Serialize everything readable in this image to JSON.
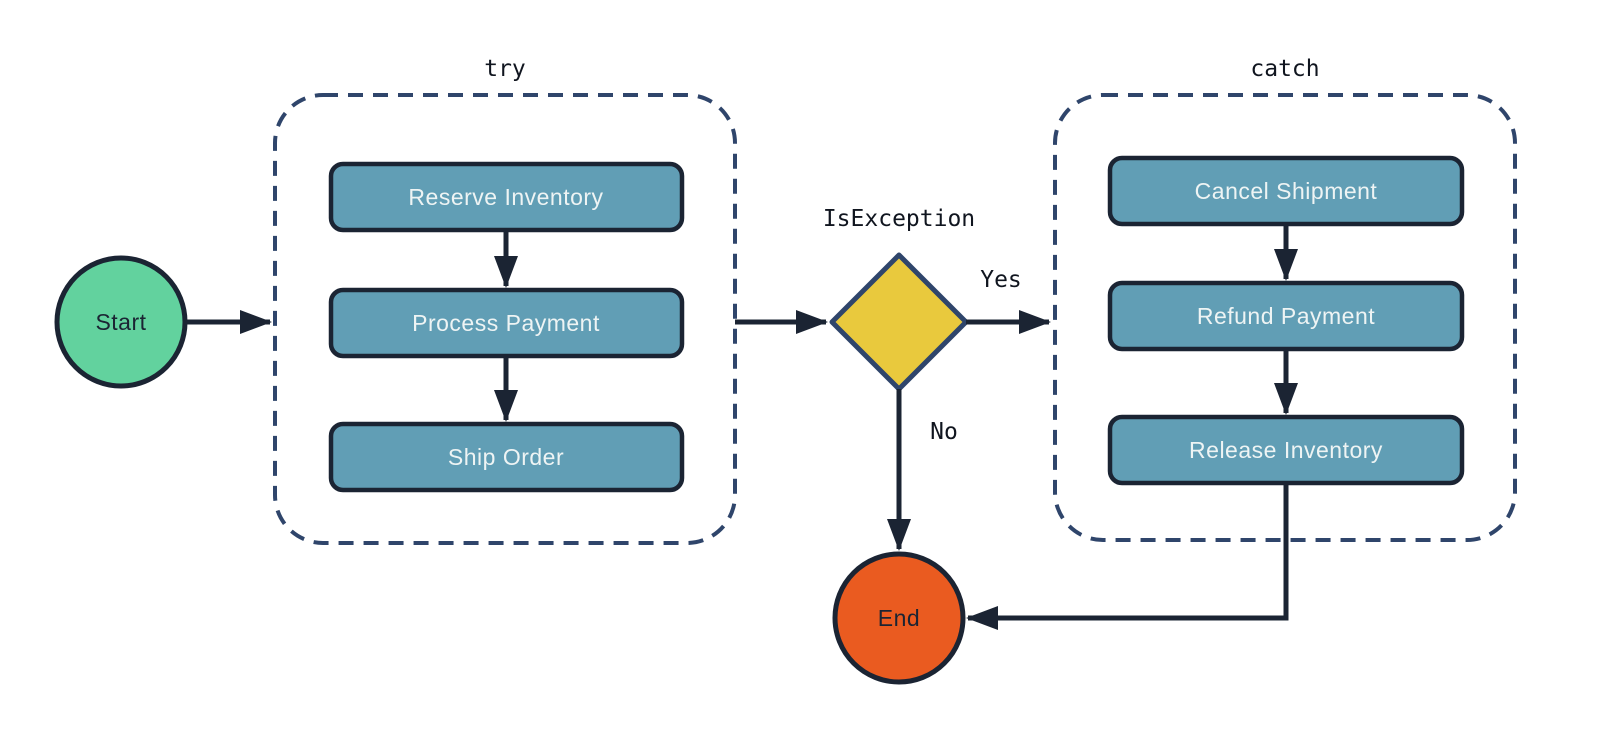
{
  "flowchart": {
    "nodes": {
      "start": "Start",
      "end": "End",
      "decision": "IsException"
    },
    "edge_labels": {
      "yes": "Yes",
      "no": "No"
    },
    "groups": {
      "try": {
        "label": "try",
        "steps": [
          "Reserve Inventory",
          "Process Payment",
          "Ship Order"
        ]
      },
      "catch": {
        "label": "catch",
        "steps": [
          "Cancel Shipment",
          "Refund Payment",
          "Release Inventory"
        ]
      }
    },
    "colors": {
      "background": "#ffffff",
      "step_fill": "#619eb5",
      "step_border": "#1b2433",
      "step_text": "#eef4f4",
      "start_fill": "#62d29e",
      "end_fill": "#ea5b20",
      "decision_fill": "#e9c93d",
      "container_border": "#2f456b",
      "arrow": "#1b2433",
      "label_text": "#10151f"
    }
  }
}
